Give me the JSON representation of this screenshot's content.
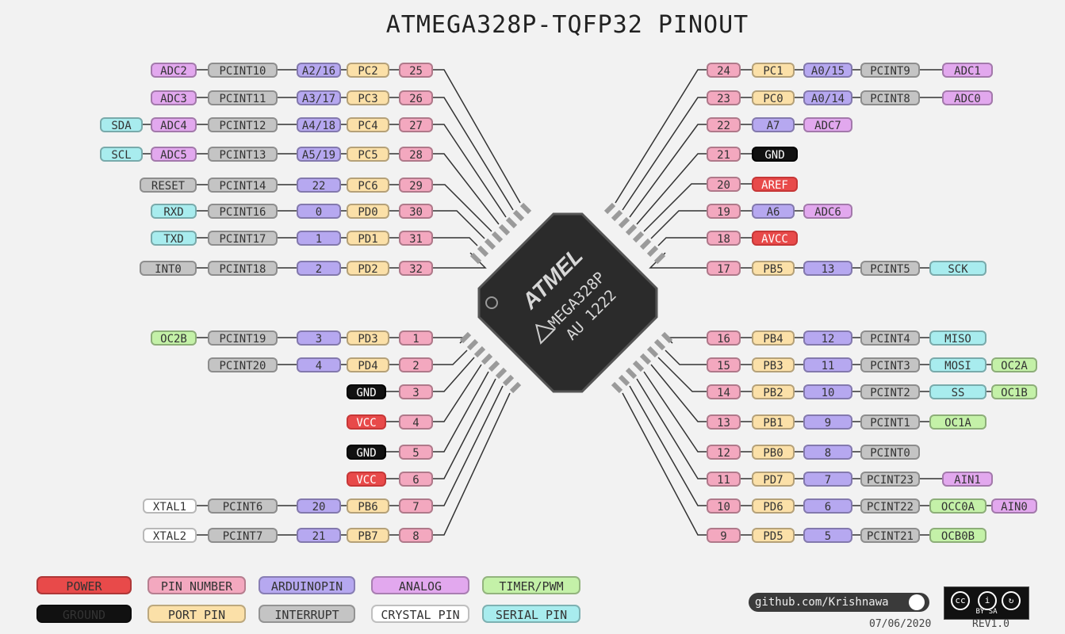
{
  "title": "ATMEGA328P-TQFP32 PINOUT",
  "chip": {
    "brand": "ATMEL",
    "line1": "MEGA328P",
    "line2": "AU 1222"
  },
  "left_pins": [
    {
      "tags": [
        [
          "analog",
          "ADC2"
        ],
        [
          "int",
          "PCINT10"
        ],
        [
          "ard",
          "A2/16"
        ],
        [
          "port",
          "PC2"
        ],
        [
          "pin",
          "25"
        ]
      ]
    },
    {
      "tags": [
        [
          "analog",
          "ADC3"
        ],
        [
          "int",
          "PCINT11"
        ],
        [
          "ard",
          "A3/17"
        ],
        [
          "port",
          "PC3"
        ],
        [
          "pin",
          "26"
        ]
      ]
    },
    {
      "tags": [
        [
          "serial",
          "SDA"
        ],
        [
          "analog",
          "ADC4"
        ],
        [
          "int",
          "PCINT12"
        ],
        [
          "ard",
          "A4/18"
        ],
        [
          "port",
          "PC4"
        ],
        [
          "pin",
          "27"
        ]
      ]
    },
    {
      "tags": [
        [
          "serial",
          "SCL"
        ],
        [
          "analog",
          "ADC5"
        ],
        [
          "int",
          "PCINT13"
        ],
        [
          "ard",
          "A5/19"
        ],
        [
          "port",
          "PC5"
        ],
        [
          "pin",
          "28"
        ]
      ]
    },
    {
      "tags": [
        [
          "int",
          "RESET"
        ],
        [
          "int",
          "PCINT14"
        ],
        [
          "ard",
          "22"
        ],
        [
          "port",
          "PC6"
        ],
        [
          "pin",
          "29"
        ]
      ]
    },
    {
      "tags": [
        [
          "serial",
          "RXD"
        ],
        [
          "int",
          "PCINT16"
        ],
        [
          "ard",
          "0"
        ],
        [
          "port",
          "PD0"
        ],
        [
          "pin",
          "30"
        ]
      ]
    },
    {
      "tags": [
        [
          "serial",
          "TXD"
        ],
        [
          "int",
          "PCINT17"
        ],
        [
          "ard",
          "1"
        ],
        [
          "port",
          "PD1"
        ],
        [
          "pin",
          "31"
        ]
      ]
    },
    {
      "tags": [
        [
          "int",
          "INT0"
        ],
        [
          "int",
          "PCINT18"
        ],
        [
          "ard",
          "2"
        ],
        [
          "port",
          "PD2"
        ],
        [
          "pin",
          "32"
        ]
      ]
    },
    {
      "tags": [
        [
          "timer",
          "OC2B"
        ],
        [
          "int",
          "PCINT19"
        ],
        [
          "ard",
          "3"
        ],
        [
          "port",
          "PD3"
        ],
        [
          "pin",
          "1"
        ]
      ]
    },
    {
      "tags": [
        [
          "int",
          "PCINT20"
        ],
        [
          "ard",
          "4"
        ],
        [
          "port",
          "PD4"
        ],
        [
          "pin",
          "2"
        ]
      ]
    },
    {
      "tags": [
        [
          "ground",
          "GND"
        ],
        [
          "pin",
          "3"
        ]
      ]
    },
    {
      "tags": [
        [
          "power",
          "VCC"
        ],
        [
          "pin",
          "4"
        ]
      ]
    },
    {
      "tags": [
        [
          "ground",
          "GND"
        ],
        [
          "pin",
          "5"
        ]
      ]
    },
    {
      "tags": [
        [
          "power",
          "VCC"
        ],
        [
          "pin",
          "6"
        ]
      ]
    },
    {
      "tags": [
        [
          "xtal",
          "XTAL1"
        ],
        [
          "int",
          "PCINT6"
        ],
        [
          "ard",
          "20"
        ],
        [
          "port",
          "PB6"
        ],
        [
          "pin",
          "7"
        ]
      ]
    },
    {
      "tags": [
        [
          "xtal",
          "XTAL2"
        ],
        [
          "int",
          "PCINT7"
        ],
        [
          "ard",
          "21"
        ],
        [
          "port",
          "PB7"
        ],
        [
          "pin",
          "8"
        ]
      ]
    }
  ],
  "right_pins": [
    {
      "tags": [
        [
          "pin",
          "24"
        ],
        [
          "port",
          "PC1"
        ],
        [
          "ard",
          "A0/15"
        ],
        [
          "int",
          "PCINT9"
        ],
        [
          "analog",
          "ADC1"
        ]
      ]
    },
    {
      "tags": [
        [
          "pin",
          "23"
        ],
        [
          "port",
          "PC0"
        ],
        [
          "ard",
          "A0/14"
        ],
        [
          "int",
          "PCINT8"
        ],
        [
          "analog",
          "ADC0"
        ]
      ]
    },
    {
      "tags": [
        [
          "pin",
          "22"
        ],
        [
          "ard",
          "A7"
        ],
        [
          "analog",
          "ADC7"
        ]
      ]
    },
    {
      "tags": [
        [
          "pin",
          "21"
        ],
        [
          "ground",
          "GND"
        ]
      ]
    },
    {
      "tags": [
        [
          "pin",
          "20"
        ],
        [
          "power",
          "AREF"
        ]
      ]
    },
    {
      "tags": [
        [
          "pin",
          "19"
        ],
        [
          "ard",
          "A6"
        ],
        [
          "analog",
          "ADC6"
        ]
      ]
    },
    {
      "tags": [
        [
          "pin",
          "18"
        ],
        [
          "power",
          "AVCC"
        ]
      ]
    },
    {
      "tags": [
        [
          "pin",
          "17"
        ],
        [
          "port",
          "PB5"
        ],
        [
          "ard",
          "13"
        ],
        [
          "int",
          "PCINT5"
        ],
        [
          "serial",
          "SCK"
        ]
      ]
    },
    {
      "tags": [
        [
          "pin",
          "16"
        ],
        [
          "port",
          "PB4"
        ],
        [
          "ard",
          "12"
        ],
        [
          "int",
          "PCINT4"
        ],
        [
          "serial",
          "MISO"
        ]
      ]
    },
    {
      "tags": [
        [
          "pin",
          "15"
        ],
        [
          "port",
          "PB3"
        ],
        [
          "ard",
          "11"
        ],
        [
          "int",
          "PCINT3"
        ],
        [
          "serial",
          "MOSI"
        ],
        [
          "timer",
          "OC2A"
        ]
      ]
    },
    {
      "tags": [
        [
          "pin",
          "14"
        ],
        [
          "port",
          "PB2"
        ],
        [
          "ard",
          "10"
        ],
        [
          "int",
          "PCINT2"
        ],
        [
          "serial",
          "SS"
        ],
        [
          "timer",
          "OC1B"
        ]
      ]
    },
    {
      "tags": [
        [
          "pin",
          "13"
        ],
        [
          "port",
          "PB1"
        ],
        [
          "ard",
          "9"
        ],
        [
          "int",
          "PCINT1"
        ],
        [
          "timer",
          "OC1A"
        ]
      ]
    },
    {
      "tags": [
        [
          "pin",
          "12"
        ],
        [
          "port",
          "PB0"
        ],
        [
          "ard",
          "8"
        ],
        [
          "int",
          "PCINT0"
        ]
      ]
    },
    {
      "tags": [
        [
          "pin",
          "11"
        ],
        [
          "port",
          "PD7"
        ],
        [
          "ard",
          "7"
        ],
        [
          "int",
          "PCINT23"
        ],
        [
          "analog",
          "AIN1"
        ]
      ]
    },
    {
      "tags": [
        [
          "pin",
          "10"
        ],
        [
          "port",
          "PD6"
        ],
        [
          "ard",
          "6"
        ],
        [
          "int",
          "PCINT22"
        ],
        [
          "timer",
          "OCC0A"
        ],
        [
          "analog",
          "AIN0"
        ]
      ]
    },
    {
      "tags": [
        [
          "pin",
          "9"
        ],
        [
          "port",
          "PD5"
        ],
        [
          "ard",
          "5"
        ],
        [
          "int",
          "PCINT21"
        ],
        [
          "timer",
          "OCB0B"
        ]
      ]
    }
  ],
  "legend": [
    {
      "type": "power",
      "label": "POWER"
    },
    {
      "type": "pin",
      "label": "PIN NUMBER"
    },
    {
      "type": "ard",
      "label": "ARDUINOPIN"
    },
    {
      "type": "analog",
      "label": "ANALOG"
    },
    {
      "type": "timer",
      "label": "TIMER/PWM"
    },
    {
      "type": "ground",
      "label": "GROUND"
    },
    {
      "type": "port",
      "label": "PORT PIN"
    },
    {
      "type": "int",
      "label": "INTERRUPT"
    },
    {
      "type": "xtal",
      "label": "CRYSTAL PIN"
    },
    {
      "type": "serial",
      "label": "SERIAL PIN"
    }
  ],
  "footer": {
    "github": "github.com/Krishnawa",
    "license_letters": "BY   SA",
    "date": "07/06/2020",
    "rev": "REV1.0"
  },
  "colors": {
    "power": "#e84a4a",
    "ground": "#111111",
    "pin_number": "#f3a8bf",
    "arduino_pin": "#b6a8f0",
    "analog": "#e2a8ee",
    "port_pin": "#fbe0a8",
    "interrupt": "#c4c4c4",
    "crystal": "#ffffff",
    "serial": "#a8ecee",
    "timer_pwm": "#c4f1a8",
    "chip_body": "#2b2b2b"
  },
  "icons": [
    "github-icon",
    "creative-commons-icon",
    "atmel-logo-icon",
    "pin1-dot-icon"
  ]
}
